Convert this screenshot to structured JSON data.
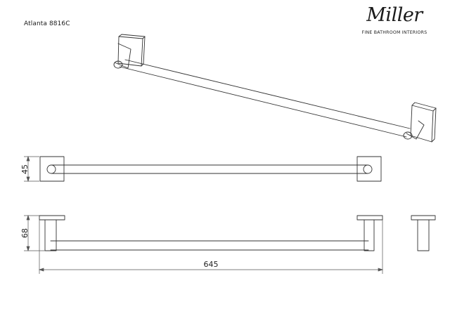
{
  "header": {
    "model": "Atlanta 8816C"
  },
  "brand": {
    "name": "Miller",
    "tagline": "FINE BATHROOM INTERIORS"
  },
  "dimensions": {
    "height_front": "45",
    "height_side": "68",
    "length": "645"
  },
  "colors": {
    "line": "#333333",
    "dim_line": "#555555"
  }
}
